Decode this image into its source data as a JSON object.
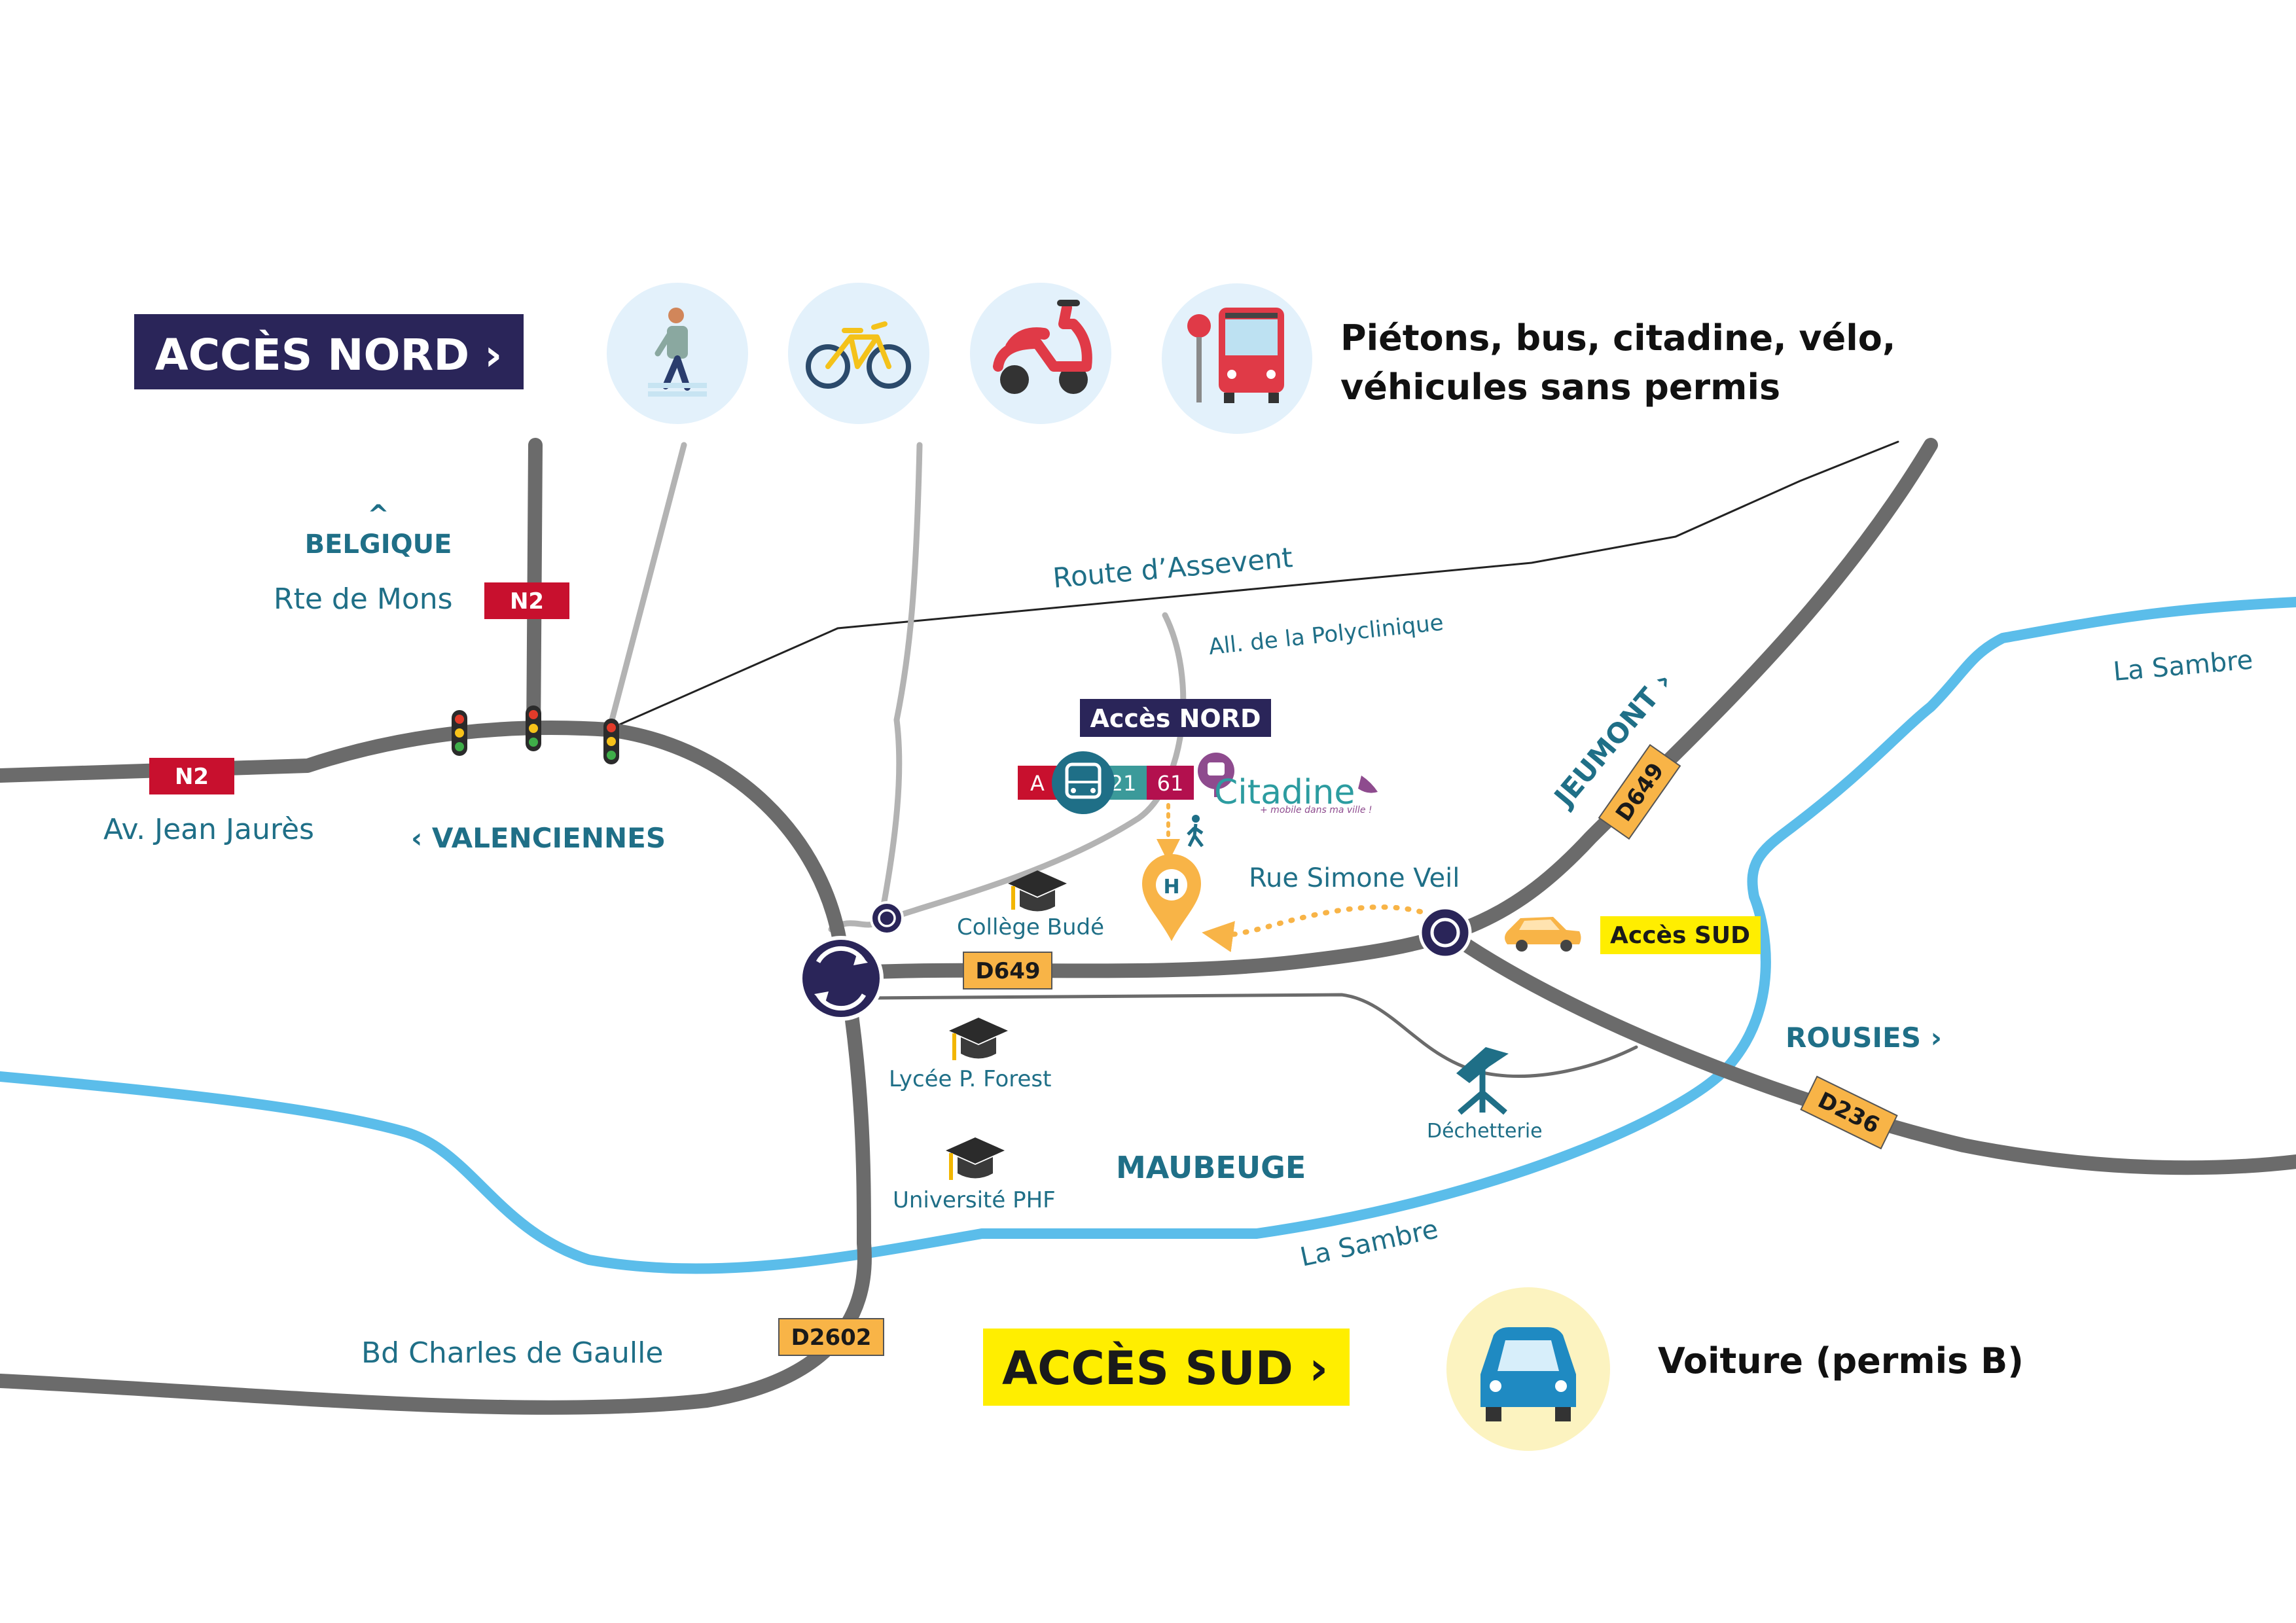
{
  "colors": {
    "road": "#6b6b6b",
    "road_light": "#b3b3b3",
    "river": "#5bbdea",
    "navy": "#2a2559",
    "teal": "#1f6f87",
    "yellow": "#ffee00",
    "orange": "#f8b447",
    "red": "#c8102e",
    "icon_bg": "#e3f1fb"
  },
  "header": {
    "north_title": "ACCÈS NORD ›",
    "north_modes": [
      "Piétons, bus, citadine, vélo,",
      "véhicules sans permis"
    ]
  },
  "footer": {
    "south_title": "ACCÈS SUD ›",
    "south_mode": "Voiture (permis B)"
  },
  "icons": [
    "pedestrian-icon",
    "bicycle-icon",
    "scooter-icon",
    "bus-stop-icon",
    "car-icon"
  ],
  "roads": {
    "n2_badge": "N2",
    "d649_badge": "D649",
    "d236_badge": "D236",
    "d2602_badge": "D2602"
  },
  "labels": {
    "belgique_arrow": "^",
    "belgique": "BELGIQUE",
    "rte_mons": "Rte de Mons",
    "av_jaures": "Av. Jean Jaurès",
    "valenciennes": "‹ VALENCIENNES",
    "route_assevent": "Route d’Assevent",
    "all_polyclinique": "All. de la Polyclinique",
    "la_sambre_ne": "La Sambre",
    "la_sambre_s": "La Sambre",
    "jeumont": "JEUMONT ›",
    "rue_simone_veil": "Rue Simone Veil",
    "rousies": "ROUSIES ›",
    "maubeuge": "MAUBEUGE",
    "bd_gaulle": "Bd Charles de Gaulle",
    "college": "Collège Budé",
    "lycee": "Lycée P. Forest",
    "universite": "Université PHF",
    "dechetterie": "Déchetterie",
    "hospital": "H"
  },
  "access_points": {
    "north": "Accès NORD",
    "south": "Accès SUD"
  },
  "bus_lines": [
    "A",
    "21",
    "61"
  ],
  "citadine": {
    "logo": "Citadine",
    "tagline": "+ mobile dans ma ville !"
  }
}
